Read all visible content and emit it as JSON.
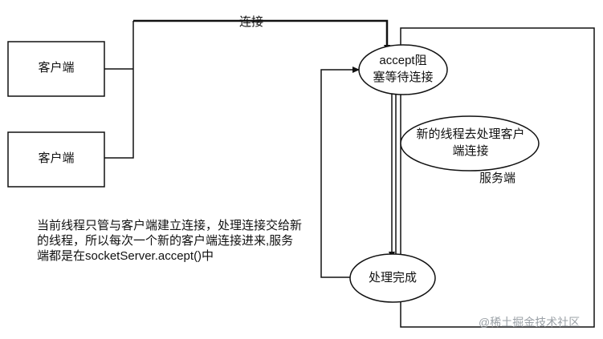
{
  "diagram": {
    "client_top_label": "客户端",
    "client_bottom_label": "客户端",
    "connect_label": "连接",
    "accept_label_line1": "accept阻",
    "accept_label_line2": "塞等待连接",
    "new_thread_line1": "新的线程去处理客户",
    "new_thread_line2": "端连接",
    "server_label": "服务端",
    "done_label": "处理完成",
    "description": "当前线程只管与客户端建立连接，处理连接交给新的线程，所以每次一个新的客户端连接进来,服务端都是在socketServer.accept()中",
    "watermark": "@稀土掘金技术社区"
  }
}
